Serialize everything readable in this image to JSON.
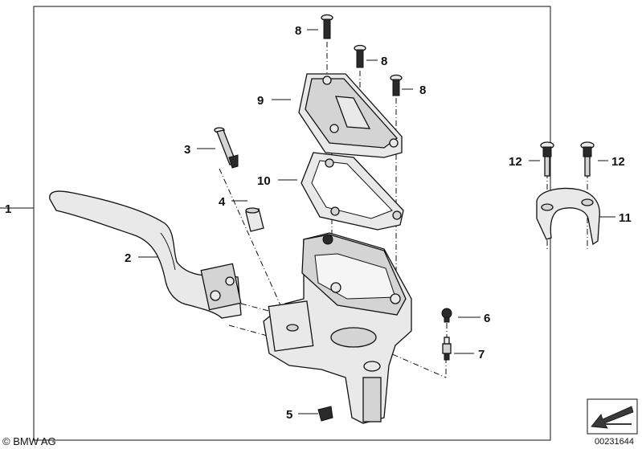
{
  "callouts": [
    {
      "id": "c1",
      "text": "1"
    },
    {
      "id": "c2",
      "text": "2"
    },
    {
      "id": "c3",
      "text": "3"
    },
    {
      "id": "c4",
      "text": "4"
    },
    {
      "id": "c5",
      "text": "5"
    },
    {
      "id": "c6",
      "text": "6"
    },
    {
      "id": "c7",
      "text": "7"
    },
    {
      "id": "c8a",
      "text": "8"
    },
    {
      "id": "c8b",
      "text": "8"
    },
    {
      "id": "c8c",
      "text": "8"
    },
    {
      "id": "c9",
      "text": "9"
    },
    {
      "id": "c10",
      "text": "10"
    },
    {
      "id": "c11",
      "text": "11"
    },
    {
      "id": "c12a",
      "text": "12"
    },
    {
      "id": "c12b",
      "text": "12"
    }
  ],
  "footer": {
    "copyright": "© BMW AG",
    "diagram_number": "00231644"
  },
  "icons": {
    "nav_arrow": "arrow-down-left-icon"
  }
}
